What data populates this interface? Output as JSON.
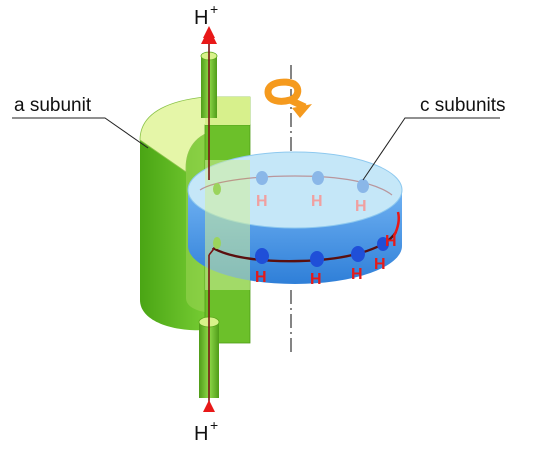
{
  "labels": {
    "a_subunit": "a subunit",
    "c_subunits": "c subunits",
    "proton_top": "H",
    "proton_top_sup": "+",
    "proton_bottom": "H",
    "proton_bottom_sup": "+"
  },
  "proton_marks": {
    "upper_row": [
      "H",
      "H",
      "H"
    ],
    "lower_row": [
      "H",
      "H",
      "H",
      "H",
      "H"
    ]
  },
  "colors": {
    "a_subunit_green": "#5cb51c",
    "a_subunit_light": "#e7f7b0",
    "c_ring_light": "#bde4f7",
    "c_ring_side": "#3f8fe6",
    "proton_dot": "#1f4fd8",
    "proton_path": "#7a1414",
    "proton_arrow": "#e81818",
    "rotation_arrow": "#f59a1e"
  },
  "icons": {
    "rotation": "rotation-arrow-icon",
    "proton_flow": "proton-flow-arrow-icon"
  }
}
